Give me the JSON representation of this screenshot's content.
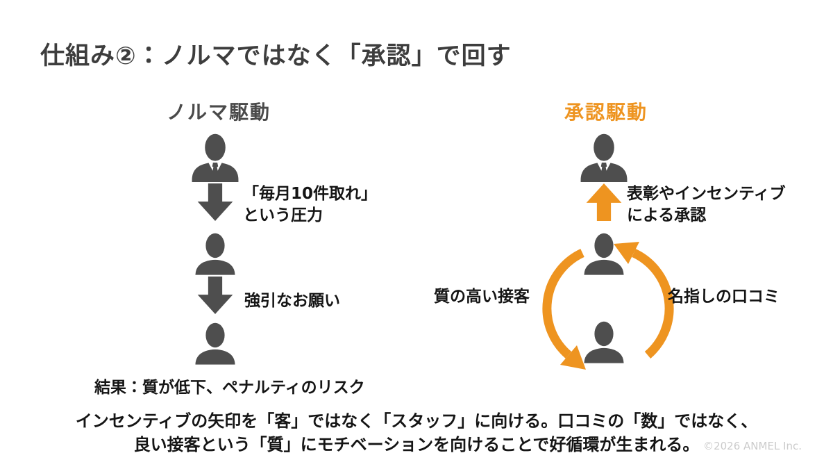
{
  "slide": {
    "title": "仕組み②：ノルマではなく「承認」で回す",
    "footer_summary": {
      "line1": "インセンティブの矢印を「客」ではなく「スタッフ」に向ける。口コミの「数」ではなく、",
      "line2": "良い接客という「質」にモチベーションを向けることで好循環が生まれる。"
    },
    "copyright": "©2026 ANMEL Inc."
  },
  "quota_flow": {
    "heading": "ノルマ駆動",
    "step1_label": {
      "line1": "「毎月10件取れ」",
      "line2": "という圧力"
    },
    "step2_label": "強引なお願い",
    "result": "結果：質が低下、ペナルティのリスク"
  },
  "approval_flow": {
    "heading": "承認駆動",
    "recognition_label": {
      "line1": "表彰やインセンティブ",
      "line2": "による承認"
    },
    "cycle_left_label": "質の高い接客",
    "cycle_right_label": "名指しの口コミ"
  },
  "icons": {
    "manager": "businessman-icon",
    "staff_customer": "person-icon",
    "quota_direction": "down-arrow-icon",
    "approval_direction": "up-arrow-icon",
    "virtuous_cycle": "cycle-arrows-icon"
  },
  "colors": {
    "accent_orange": "#EE9420",
    "icon_gray": "#4E4E4E",
    "title_gray": "#3D3D3D",
    "body_text": "#151515",
    "copyright_gray": "#CBCBCB",
    "background": "#FFFFFF"
  }
}
